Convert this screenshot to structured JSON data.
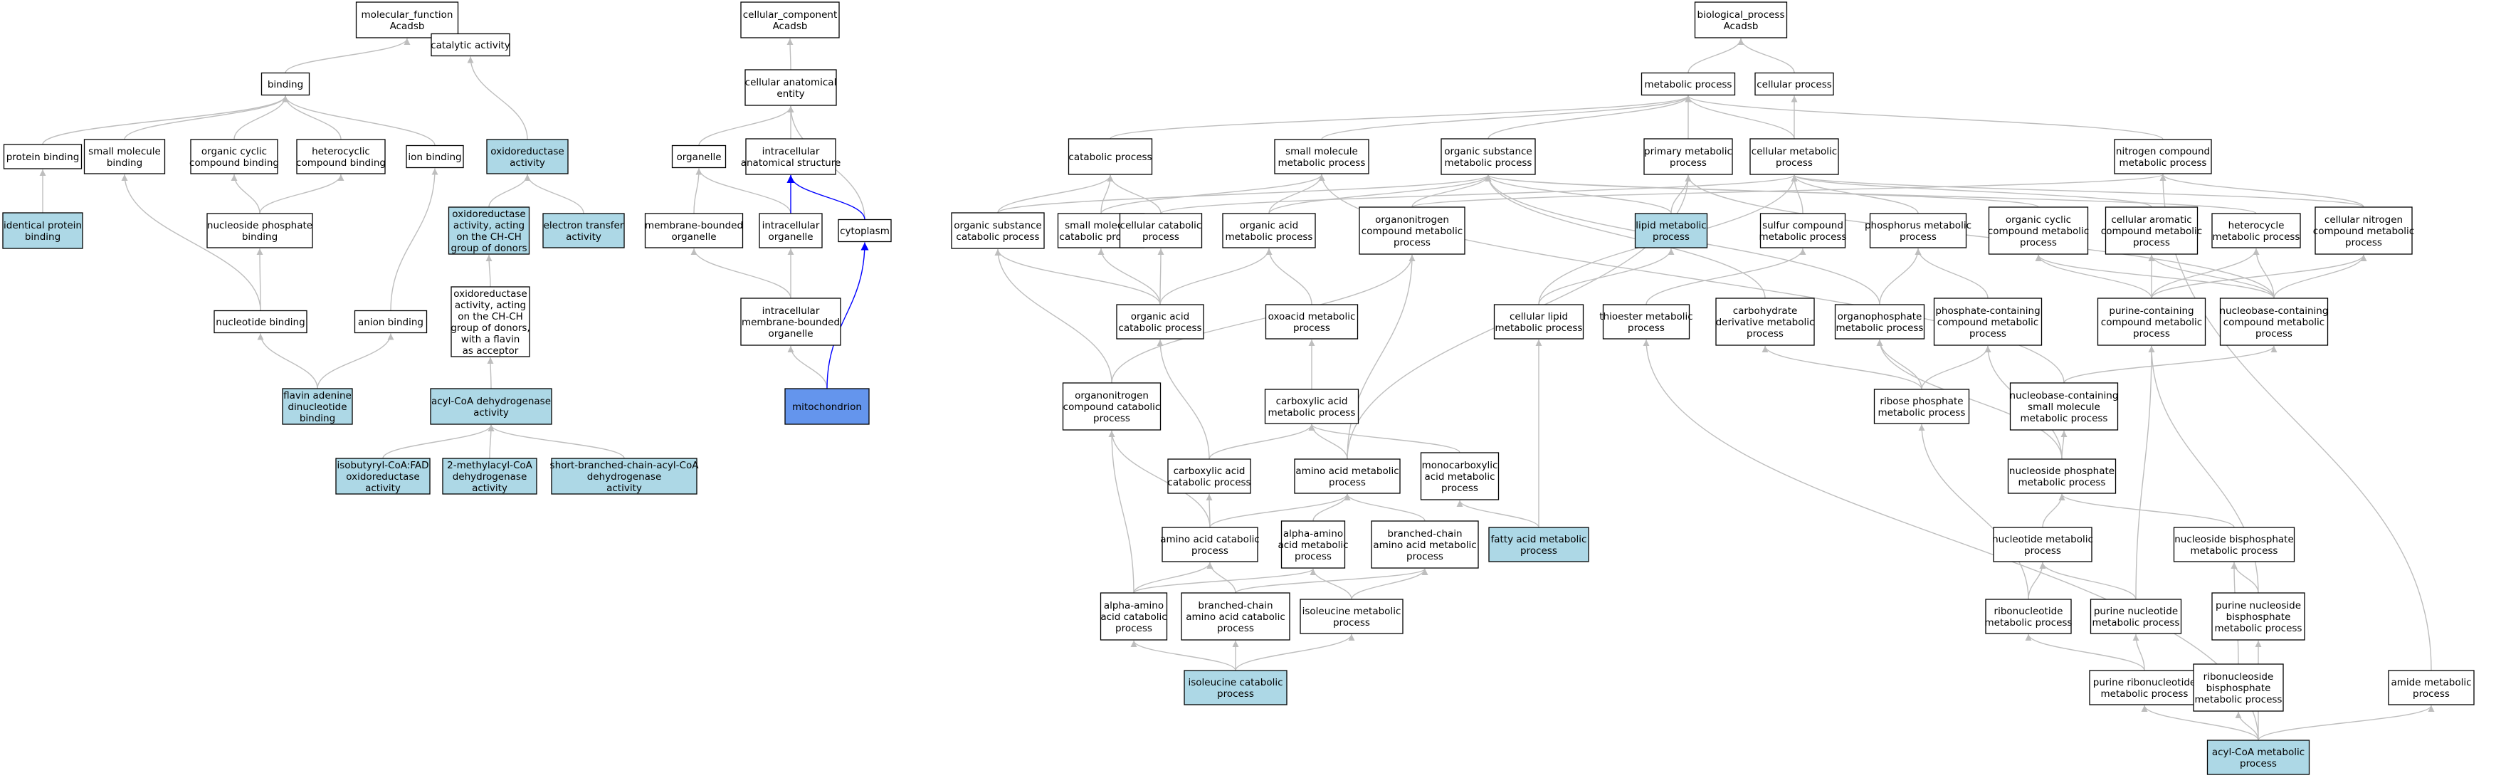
{
  "colors": {
    "plain": "#ffffff",
    "annotated": "#add8e6",
    "focus": "#6495ed",
    "edge_default": "#bebebe",
    "edge_highlight": "#0000ff"
  },
  "nodes": [
    {
      "id": "mf",
      "lines": [
        "molecular_function",
        "Acadsb"
      ],
      "fill": "plain"
    },
    {
      "id": "binding",
      "lines": [
        "binding"
      ],
      "fill": "plain"
    },
    {
      "id": "catalytic",
      "lines": [
        "catalytic activity"
      ],
      "fill": "plain"
    },
    {
      "id": "protein_binding",
      "lines": [
        "protein binding"
      ],
      "fill": "plain"
    },
    {
      "id": "sm_binding",
      "lines": [
        "small molecule",
        "binding"
      ],
      "fill": "plain"
    },
    {
      "id": "occ_binding",
      "lines": [
        "organic cyclic",
        "compound binding"
      ],
      "fill": "plain"
    },
    {
      "id": "hc_binding",
      "lines": [
        "heterocyclic",
        "compound binding"
      ],
      "fill": "plain"
    },
    {
      "id": "ion_binding",
      "lines": [
        "ion binding"
      ],
      "fill": "plain"
    },
    {
      "id": "oxidoreductase",
      "lines": [
        "oxidoreductase",
        "activity"
      ],
      "fill": "annotated"
    },
    {
      "id": "identical_protein",
      "lines": [
        "identical protein",
        "binding"
      ],
      "fill": "annotated"
    },
    {
      "id": "nsp_binding",
      "lines": [
        "nucleoside phosphate",
        "binding"
      ],
      "fill": "plain"
    },
    {
      "id": "oxido_chch",
      "lines": [
        "oxidoreductase",
        "activity, acting",
        "on the CH-CH",
        "group of donors"
      ],
      "fill": "annotated"
    },
    {
      "id": "electron_transfer",
      "lines": [
        "electron transfer",
        "activity"
      ],
      "fill": "annotated"
    },
    {
      "id": "nt_binding",
      "lines": [
        "nucleotide binding"
      ],
      "fill": "plain"
    },
    {
      "id": "anion_binding",
      "lines": [
        "anion binding"
      ],
      "fill": "plain"
    },
    {
      "id": "oxido_flavin",
      "lines": [
        "oxidoreductase",
        "activity, acting",
        "on the CH-CH",
        "group of donors,",
        "with a flavin",
        "as acceptor"
      ],
      "fill": "plain"
    },
    {
      "id": "fad_binding",
      "lines": [
        "flavin adenine",
        "dinucleotide",
        "binding"
      ],
      "fill": "annotated"
    },
    {
      "id": "acylcoa_dh",
      "lines": [
        "acyl-CoA dehydrogenase",
        "activity"
      ],
      "fill": "annotated"
    },
    {
      "id": "isobutyryl",
      "lines": [
        "isobutyryl-CoA:FAD",
        "oxidoreductase",
        "activity"
      ],
      "fill": "annotated"
    },
    {
      "id": "methylacyl",
      "lines": [
        "2-methylacyl-CoA",
        "dehydrogenase",
        "activity"
      ],
      "fill": "annotated"
    },
    {
      "id": "sbcad",
      "lines": [
        "short-branched-chain-acyl-CoA",
        "dehydrogenase",
        "activity"
      ],
      "fill": "annotated"
    },
    {
      "id": "cc",
      "lines": [
        "cellular_component",
        "Acadsb"
      ],
      "fill": "plain"
    },
    {
      "id": "cae",
      "lines": [
        "cellular anatomical",
        "entity"
      ],
      "fill": "plain"
    },
    {
      "id": "organelle",
      "lines": [
        "organelle"
      ],
      "fill": "plain"
    },
    {
      "id": "ias",
      "lines": [
        "intracellular",
        "anatomical structure"
      ],
      "fill": "plain"
    },
    {
      "id": "mbo",
      "lines": [
        "membrane-bounded",
        "organelle"
      ],
      "fill": "plain"
    },
    {
      "id": "io",
      "lines": [
        "intracellular",
        "organelle"
      ],
      "fill": "plain"
    },
    {
      "id": "cytoplasm",
      "lines": [
        "cytoplasm"
      ],
      "fill": "plain"
    },
    {
      "id": "imbo",
      "lines": [
        "intracellular",
        "membrane-bounded",
        "organelle"
      ],
      "fill": "plain"
    },
    {
      "id": "mitochondrion",
      "lines": [
        "mitochondrion"
      ],
      "fill": "focus"
    },
    {
      "id": "bp",
      "lines": [
        "biological_process",
        "Acadsb"
      ],
      "fill": "plain"
    },
    {
      "id": "metabolic",
      "lines": [
        "metabolic process"
      ],
      "fill": "plain"
    },
    {
      "id": "cellular_process",
      "lines": [
        "cellular process"
      ],
      "fill": "plain"
    },
    {
      "id": "catabolic",
      "lines": [
        "catabolic process"
      ],
      "fill": "plain"
    },
    {
      "id": "sm_metabolic",
      "lines": [
        "small molecule",
        "metabolic process"
      ],
      "fill": "plain"
    },
    {
      "id": "os_metabolic",
      "lines": [
        "organic substance",
        "metabolic process"
      ],
      "fill": "plain"
    },
    {
      "id": "primary_metabolic",
      "lines": [
        "primary metabolic",
        "process"
      ],
      "fill": "plain"
    },
    {
      "id": "cell_metabolic",
      "lines": [
        "cellular metabolic",
        "process"
      ],
      "fill": "plain"
    },
    {
      "id": "ncm",
      "lines": [
        "nitrogen compound",
        "metabolic process"
      ],
      "fill": "plain"
    },
    {
      "id": "osc",
      "lines": [
        "organic substance",
        "catabolic process"
      ],
      "fill": "plain"
    },
    {
      "id": "smc",
      "lines": [
        "small molecule",
        "catabolic process"
      ],
      "fill": "plain"
    },
    {
      "id": "cell_catabolic",
      "lines": [
        "cellular catabolic",
        "process"
      ],
      "fill": "plain"
    },
    {
      "id": "oam",
      "lines": [
        "organic acid",
        "metabolic process"
      ],
      "fill": "plain"
    },
    {
      "id": "orgN_metabolic",
      "lines": [
        "organonitrogen",
        "compound metabolic",
        "process"
      ],
      "fill": "plain"
    },
    {
      "id": "lipid_metabolic",
      "lines": [
        "lipid metabolic",
        "process"
      ],
      "fill": "annotated"
    },
    {
      "id": "sulfur",
      "lines": [
        "sulfur compound",
        "metabolic process"
      ],
      "fill": "plain"
    },
    {
      "id": "phosphorus",
      "lines": [
        "phosphorus metabolic",
        "process"
      ],
      "fill": "plain"
    },
    {
      "id": "occ_metabolic",
      "lines": [
        "organic cyclic",
        "compound metabolic",
        "process"
      ],
      "fill": "plain"
    },
    {
      "id": "aromatic",
      "lines": [
        "cellular aromatic",
        "compound metabolic",
        "process"
      ],
      "fill": "plain"
    },
    {
      "id": "heterocycle",
      "lines": [
        "heterocycle",
        "metabolic process"
      ],
      "fill": "plain"
    },
    {
      "id": "cnc",
      "lines": [
        "cellular nitrogen",
        "compound metabolic",
        "process"
      ],
      "fill": "plain"
    },
    {
      "id": "oac",
      "lines": [
        "organic acid",
        "catabolic process"
      ],
      "fill": "plain"
    },
    {
      "id": "oxoacid",
      "lines": [
        "oxoacid metabolic",
        "process"
      ],
      "fill": "plain"
    },
    {
      "id": "cell_lipid",
      "lines": [
        "cellular lipid",
        "metabolic process"
      ],
      "fill": "plain"
    },
    {
      "id": "thioester",
      "lines": [
        "thioester metabolic",
        "process"
      ],
      "fill": "plain"
    },
    {
      "id": "carbohydrate",
      "lines": [
        "carbohydrate",
        "derivative metabolic",
        "process"
      ],
      "fill": "plain"
    },
    {
      "id": "organophosphate",
      "lines": [
        "organophosphate",
        "metabolic process"
      ],
      "fill": "plain"
    },
    {
      "id": "phosphate_cont",
      "lines": [
        "phosphate-containing",
        "compound metabolic",
        "process"
      ],
      "fill": "plain"
    },
    {
      "id": "purine_cont",
      "lines": [
        "purine-containing",
        "compound metabolic",
        "process"
      ],
      "fill": "plain"
    },
    {
      "id": "nucleobase_cont",
      "lines": [
        "nucleobase-containing",
        "compound metabolic",
        "process"
      ],
      "fill": "plain"
    },
    {
      "id": "orgN_catabolic",
      "lines": [
        "organonitrogen",
        "compound catabolic",
        "process"
      ],
      "fill": "plain"
    },
    {
      "id": "carboxylic",
      "lines": [
        "carboxylic acid",
        "metabolic process"
      ],
      "fill": "plain"
    },
    {
      "id": "ribose_phosphate",
      "lines": [
        "ribose phosphate",
        "metabolic process"
      ],
      "fill": "plain"
    },
    {
      "id": "nbc_sm",
      "lines": [
        "nucleobase-containing",
        "small molecule",
        "metabolic process"
      ],
      "fill": "plain"
    },
    {
      "id": "cac",
      "lines": [
        "carboxylic acid",
        "catabolic process"
      ],
      "fill": "plain"
    },
    {
      "id": "aam",
      "lines": [
        "amino acid metabolic",
        "process"
      ],
      "fill": "plain"
    },
    {
      "id": "monocarboxylic",
      "lines": [
        "monocarboxylic",
        "acid metabolic",
        "process"
      ],
      "fill": "plain"
    },
    {
      "id": "nsp_metabolic",
      "lines": [
        "nucleoside phosphate",
        "metabolic process"
      ],
      "fill": "plain"
    },
    {
      "id": "aac",
      "lines": [
        "amino acid catabolic",
        "process"
      ],
      "fill": "plain"
    },
    {
      "id": "alpha_metabolic",
      "lines": [
        "alpha-amino",
        "acid metabolic",
        "process"
      ],
      "fill": "plain"
    },
    {
      "id": "bcaa_metabolic",
      "lines": [
        "branched-chain",
        "amino acid metabolic",
        "process"
      ],
      "fill": "plain"
    },
    {
      "id": "fatty_acid",
      "lines": [
        "fatty acid metabolic",
        "process"
      ],
      "fill": "annotated"
    },
    {
      "id": "nucleotide_metabolic",
      "lines": [
        "nucleotide metabolic",
        "process"
      ],
      "fill": "plain"
    },
    {
      "id": "nsbp_metabolic",
      "lines": [
        "nucleoside bisphosphate",
        "metabolic process"
      ],
      "fill": "plain"
    },
    {
      "id": "alpha_catabolic",
      "lines": [
        "alpha-amino",
        "acid catabolic",
        "process"
      ],
      "fill": "plain"
    },
    {
      "id": "bcaa_catabolic",
      "lines": [
        "branched-chain",
        "amino acid catabolic",
        "process"
      ],
      "fill": "plain"
    },
    {
      "id": "isoleucine_metabolic",
      "lines": [
        "isoleucine metabolic",
        "process"
      ],
      "fill": "plain"
    },
    {
      "id": "ribonucleotide",
      "lines": [
        "ribonucleotide",
        "metabolic process"
      ],
      "fill": "plain"
    },
    {
      "id": "purine_nt",
      "lines": [
        "purine nucleotide",
        "metabolic process"
      ],
      "fill": "plain"
    },
    {
      "id": "purine_nsbp",
      "lines": [
        "purine nucleoside",
        "bisphosphate",
        "metabolic process"
      ],
      "fill": "plain"
    },
    {
      "id": "isoleucine_catabolic",
      "lines": [
        "isoleucine catabolic",
        "process"
      ],
      "fill": "annotated"
    },
    {
      "id": "purine_ribo",
      "lines": [
        "purine ribonucleotide",
        "metabolic process"
      ],
      "fill": "plain"
    },
    {
      "id": "ribo_nsbp",
      "lines": [
        "ribonucleoside",
        "bisphosphate",
        "metabolic process"
      ],
      "fill": "plain"
    },
    {
      "id": "amide",
      "lines": [
        "amide metabolic",
        "process"
      ],
      "fill": "plain"
    },
    {
      "id": "acylcoa_metabolic",
      "lines": [
        "acyl-CoA metabolic",
        "process"
      ],
      "fill": "annotated"
    }
  ],
  "edges": [
    [
      "binding",
      "mf"
    ],
    [
      "catalytic",
      "mf"
    ],
    [
      "protein_binding",
      "binding"
    ],
    [
      "sm_binding",
      "binding"
    ],
    [
      "occ_binding",
      "binding"
    ],
    [
      "hc_binding",
      "binding"
    ],
    [
      "ion_binding",
      "binding"
    ],
    [
      "oxidoreductase",
      "catalytic"
    ],
    [
      "identical_protein",
      "protein_binding"
    ],
    [
      "nsp_binding",
      "occ_binding"
    ],
    [
      "nsp_binding",
      "hc_binding"
    ],
    [
      "oxido_chch",
      "oxidoreductase"
    ],
    [
      "electron_transfer",
      "oxidoreductase"
    ],
    [
      "nt_binding",
      "nsp_binding"
    ],
    [
      "nt_binding",
      "sm_binding"
    ],
    [
      "anion_binding",
      "ion_binding"
    ],
    [
      "oxido_flavin",
      "oxido_chch"
    ],
    [
      "fad_binding",
      "nt_binding"
    ],
    [
      "fad_binding",
      "anion_binding"
    ],
    [
      "acylcoa_dh",
      "oxido_flavin"
    ],
    [
      "isobutyryl",
      "acylcoa_dh"
    ],
    [
      "methylacyl",
      "acylcoa_dh"
    ],
    [
      "sbcad",
      "acylcoa_dh"
    ],
    [
      "cae",
      "cc"
    ],
    [
      "organelle",
      "cae"
    ],
    [
      "ias",
      "cae"
    ],
    [
      "cytoplasm",
      "cae"
    ],
    [
      "mbo",
      "organelle"
    ],
    [
      "io",
      "organelle"
    ],
    [
      "io",
      "ias",
      "hl"
    ],
    [
      "cytoplasm",
      "ias",
      "hl"
    ],
    [
      "imbo",
      "mbo"
    ],
    [
      "imbo",
      "io"
    ],
    [
      "mitochondrion",
      "imbo"
    ],
    [
      "mitochondrion",
      "cytoplasm",
      "hl"
    ],
    [
      "metabolic",
      "bp"
    ],
    [
      "cellular_process",
      "bp"
    ],
    [
      "catabolic",
      "metabolic"
    ],
    [
      "sm_metabolic",
      "metabolic"
    ],
    [
      "os_metabolic",
      "metabolic"
    ],
    [
      "primary_metabolic",
      "metabolic"
    ],
    [
      "cell_metabolic",
      "metabolic"
    ],
    [
      "ncm",
      "metabolic"
    ],
    [
      "cell_metabolic",
      "cellular_process"
    ],
    [
      "osc",
      "catabolic"
    ],
    [
      "osc",
      "os_metabolic"
    ],
    [
      "smc",
      "catabolic"
    ],
    [
      "smc",
      "sm_metabolic"
    ],
    [
      "cell_catabolic",
      "catabolic"
    ],
    [
      "cell_catabolic",
      "cell_metabolic"
    ],
    [
      "oam",
      "sm_metabolic"
    ],
    [
      "oam",
      "os_metabolic"
    ],
    [
      "orgN_metabolic",
      "os_metabolic"
    ],
    [
      "orgN_metabolic",
      "ncm"
    ],
    [
      "lipid_metabolic",
      "primary_metabolic"
    ],
    [
      "lipid_metabolic",
      "os_metabolic"
    ],
    [
      "sulfur",
      "cell_metabolic"
    ],
    [
      "phosphorus",
      "cell_metabolic"
    ],
    [
      "occ_metabolic",
      "os_metabolic"
    ],
    [
      "aromatic",
      "cell_metabolic"
    ],
    [
      "heterocycle",
      "os_metabolic"
    ],
    [
      "cnc",
      "cell_metabolic"
    ],
    [
      "cnc",
      "ncm"
    ],
    [
      "oac",
      "oam"
    ],
    [
      "oac",
      "smc"
    ],
    [
      "oac",
      "cell_catabolic"
    ],
    [
      "oac",
      "osc"
    ],
    [
      "oxoacid",
      "oam"
    ],
    [
      "cell_lipid",
      "lipid_metabolic"
    ],
    [
      "cell_lipid",
      "cell_metabolic"
    ],
    [
      "thioester",
      "sulfur"
    ],
    [
      "carbohydrate",
      "os_metabolic"
    ],
    [
      "organophosphate",
      "phosphorus"
    ],
    [
      "organophosphate",
      "os_metabolic"
    ],
    [
      "phosphate_cont",
      "phosphorus"
    ],
    [
      "purine_cont",
      "occ_metabolic"
    ],
    [
      "purine_cont",
      "aromatic"
    ],
    [
      "purine_cont",
      "heterocycle"
    ],
    [
      "purine_cont",
      "cnc"
    ],
    [
      "nucleobase_cont",
      "occ_metabolic"
    ],
    [
      "nucleobase_cont",
      "aromatic"
    ],
    [
      "nucleobase_cont",
      "heterocycle"
    ],
    [
      "nucleobase_cont",
      "cnc"
    ],
    [
      "nucleobase_cont",
      "primary_metabolic"
    ],
    [
      "orgN_catabolic",
      "orgN_metabolic"
    ],
    [
      "orgN_catabolic",
      "osc"
    ],
    [
      "carboxylic",
      "oxoacid"
    ],
    [
      "ribose_phosphate",
      "organophosphate"
    ],
    [
      "ribose_phosphate",
      "phosphate_cont"
    ],
    [
      "ribose_phosphate",
      "carbohydrate"
    ],
    [
      "nbc_sm",
      "nucleobase_cont"
    ],
    [
      "nbc_sm",
      "sm_metabolic"
    ],
    [
      "cac",
      "carboxylic"
    ],
    [
      "cac",
      "oac"
    ],
    [
      "aam",
      "carboxylic"
    ],
    [
      "aam",
      "orgN_metabolic"
    ],
    [
      "aam",
      "primary_metabolic"
    ],
    [
      "monocarboxylic",
      "carboxylic"
    ],
    [
      "nsp_metabolic",
      "nbc_sm"
    ],
    [
      "nsp_metabolic",
      "organophosphate"
    ],
    [
      "nsp_metabolic",
      "phosphate_cont"
    ],
    [
      "aac",
      "aam"
    ],
    [
      "aac",
      "cac"
    ],
    [
      "aac",
      "orgN_catabolic"
    ],
    [
      "alpha_metabolic",
      "aam"
    ],
    [
      "bcaa_metabolic",
      "aam"
    ],
    [
      "fatty_acid",
      "monocarboxylic"
    ],
    [
      "fatty_acid",
      "cell_lipid"
    ],
    [
      "nucleotide_metabolic",
      "nsp_metabolic"
    ],
    [
      "nsbp_metabolic",
      "nsp_metabolic"
    ],
    [
      "alpha_catabolic",
      "alpha_metabolic"
    ],
    [
      "alpha_catabolic",
      "aac"
    ],
    [
      "alpha_catabolic",
      "orgN_catabolic"
    ],
    [
      "bcaa_catabolic",
      "bcaa_metabolic"
    ],
    [
      "bcaa_catabolic",
      "aac"
    ],
    [
      "isoleucine_metabolic",
      "alpha_metabolic"
    ],
    [
      "isoleucine_metabolic",
      "bcaa_metabolic"
    ],
    [
      "ribonucleotide",
      "nucleotide_metabolic"
    ],
    [
      "ribonucleotide",
      "ribose_phosphate"
    ],
    [
      "purine_nt",
      "nucleotide_metabolic"
    ],
    [
      "purine_nt",
      "purine_cont"
    ],
    [
      "purine_nsbp",
      "nsbp_metabolic"
    ],
    [
      "purine_nsbp",
      "purine_cont"
    ],
    [
      "isoleucine_catabolic",
      "isoleucine_metabolic"
    ],
    [
      "isoleucine_catabolic",
      "alpha_catabolic"
    ],
    [
      "isoleucine_catabolic",
      "bcaa_catabolic"
    ],
    [
      "purine_ribo",
      "ribonucleotide"
    ],
    [
      "purine_ribo",
      "purine_nt"
    ],
    [
      "ribo_nsbp",
      "nsbp_metabolic"
    ],
    [
      "amide",
      "ncm"
    ],
    [
      "acylcoa_metabolic",
      "thioester"
    ],
    [
      "acylcoa_metabolic",
      "purine_ribo"
    ],
    [
      "acylcoa_metabolic",
      "ribo_nsbp"
    ],
    [
      "acylcoa_metabolic",
      "purine_nsbp"
    ],
    [
      "acylcoa_metabolic",
      "amide"
    ]
  ]
}
